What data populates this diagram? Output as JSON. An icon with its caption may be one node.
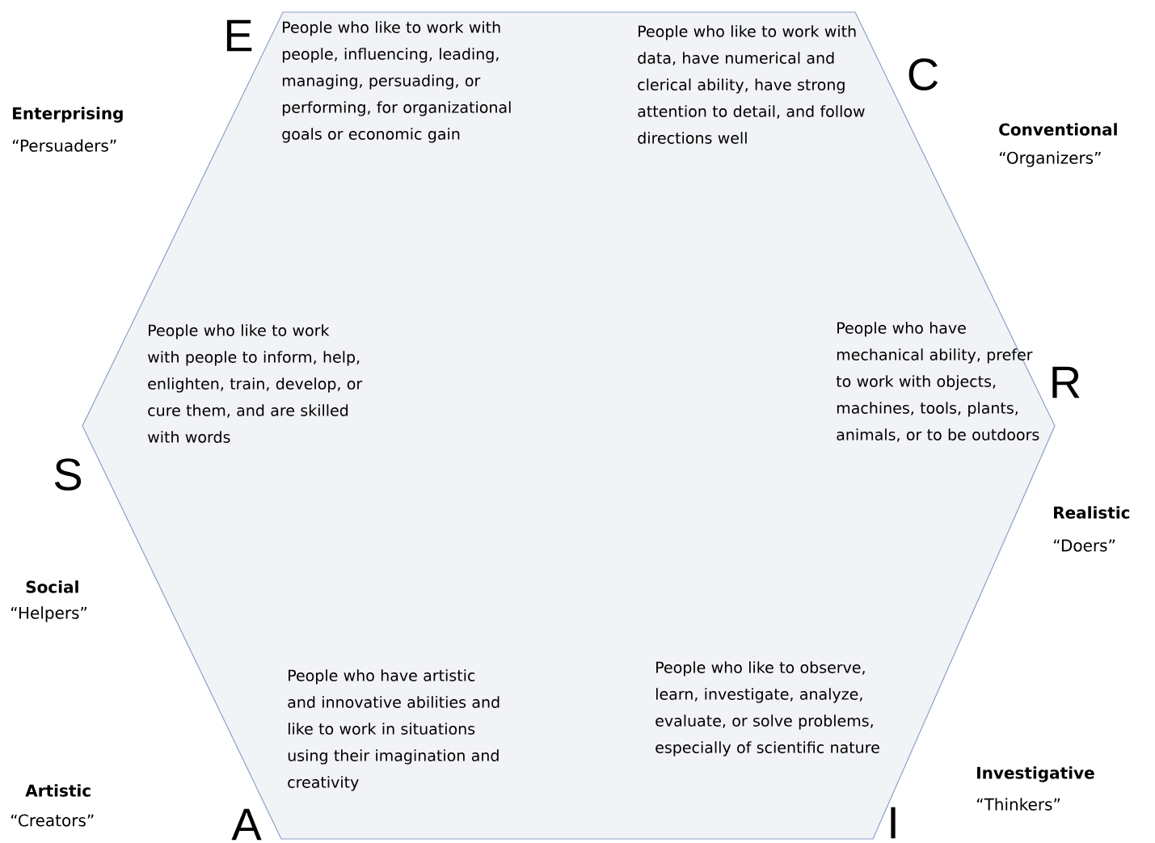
{
  "diagram": {
    "nodes": [
      {
        "text": [
          "People who like to work with people, influencing, leading, managing, persuading, or performing, for organizational goals or economic gain",
          "People who like to work with data, have numerical and clerical ability, have strong attention to detail, and follow directions well",
          "People who like to work with people to inform, help, enlighten, train, develop, or cure them, and are skilled with words",
          "People who have mechanical ability, prefer to work with objects, machines, tools, plants, animals, or to be outdoors",
          "People who have artistic and innovative abilities and like to work in situations using their imagination and creativity",
          "People who like to observe, learn, investigate, analyze, evaluate, or solve problems, especially of scientific nature"
        ]
      }
    ],
    "labels": [
      "E",
      "C",
      "Enterprising",
      "“Persuaders”",
      "Conventional",
      "“Organizers”",
      "R",
      "S",
      "Realistic",
      "“Doers”",
      "Social",
      "“Helpers”",
      "Investigative",
      "“Thinkers”",
      "Artistic",
      "“Creators”",
      "A",
      "I"
    ]
  }
}
